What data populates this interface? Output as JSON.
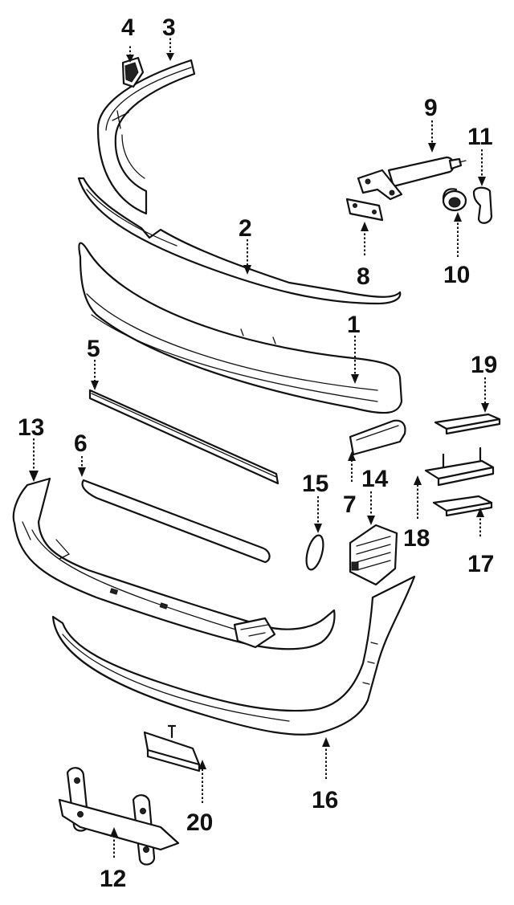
{
  "callouts": {
    "c1": "1",
    "c2": "2",
    "c3": "3",
    "c4": "4",
    "c5": "5",
    "c6": "6",
    "c7": "7",
    "c8": "8",
    "c9": "9",
    "c10": "10",
    "c11": "11",
    "c12": "12",
    "c13": "13",
    "c14": "14",
    "c15": "15",
    "c16": "16",
    "c17": "17",
    "c18": "18",
    "c19": "19",
    "c20": "20"
  },
  "colors": {
    "line": "#111111",
    "background": "#ffffff"
  }
}
